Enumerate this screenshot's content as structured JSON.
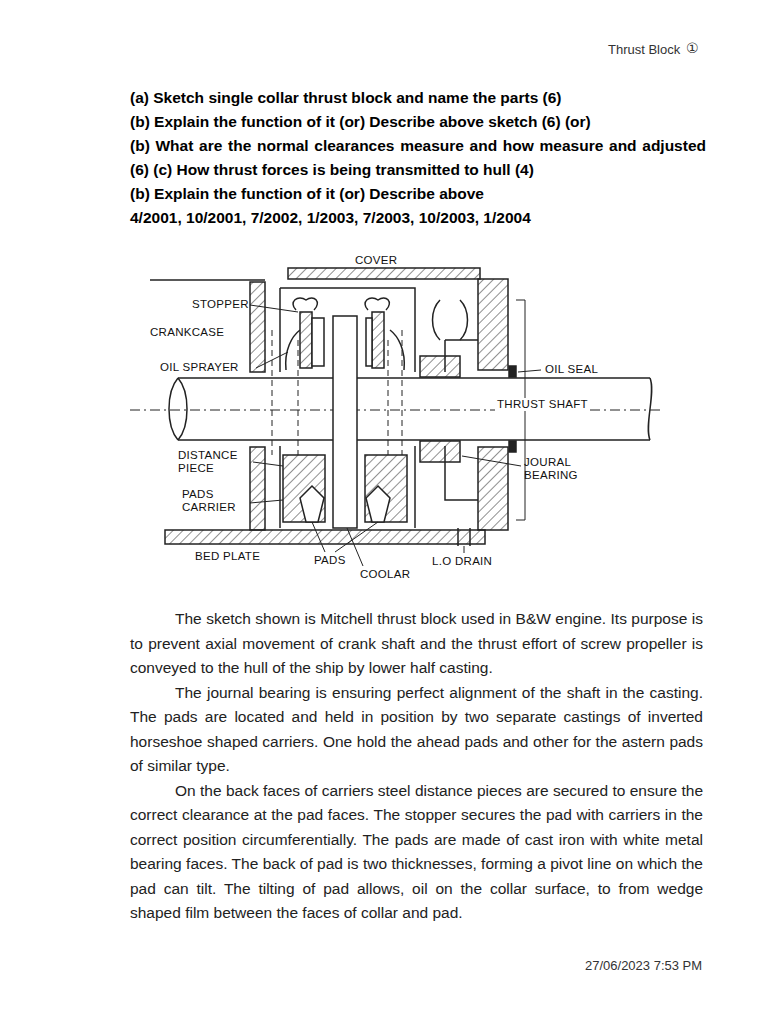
{
  "diagram": {
    "title": "Thrust Block",
    "labels": [
      "①",
      "(a) Sketch single collar thrust block and name the parts (6)",
      "(b) Explain the function of it (or) Describe above sketch (6) (or)",
      "(b) What are the normal clearances measure and how measure and adjusted (6) (c) How thrust forces is being transmitted to hull (4)",
      "(b) Explain the function of it (or) Describe above",
      "4/2001, 10/2001, 7/2002, 1/2003, 7/2003, 10/2003, 1/2004",
      "COVER",
      "STOPPER",
      "CRANKCASE",
      "OIL SPRAYER",
      "OIL SEAL",
      "THRUST SHAFT",
      "DISTANCE PIECE",
      "JOURAL BEARING",
      "PADS CARRIER",
      "BED PLATE",
      "PADS",
      "COOLAR",
      "L.O DRAIN",
      "The sketch shown is Mitchell thrust block used in B&W engine. Its purpose is to prevent axial movement of crank shaft and the thrust effort of screw propeller is conveyed to the hull of the ship by lower half casting.",
      "The journal bearing is ensuring perfect alignment of the shaft in the casting. The pads are located and held in position by two separate castings of inverted horseshoe shaped carriers. One hold the ahead pads and other for the astern pads of similar type.",
      "On the back faces of carriers steel distance pieces are secured to ensure the correct clearance at the pad faces. The stopper secures the pad with carriers in the correct position circumferentially. The pads are made of cast iron with white metal bearing faces. The back of pad is two thicknesses, forming a pivot line on which the pad can tilt. The tilting of pad allows, oil on the collar surface, to from wedge shaped film between the faces of collar and pad.",
      "27/06/2023 7:53 PM"
    ]
  }
}
